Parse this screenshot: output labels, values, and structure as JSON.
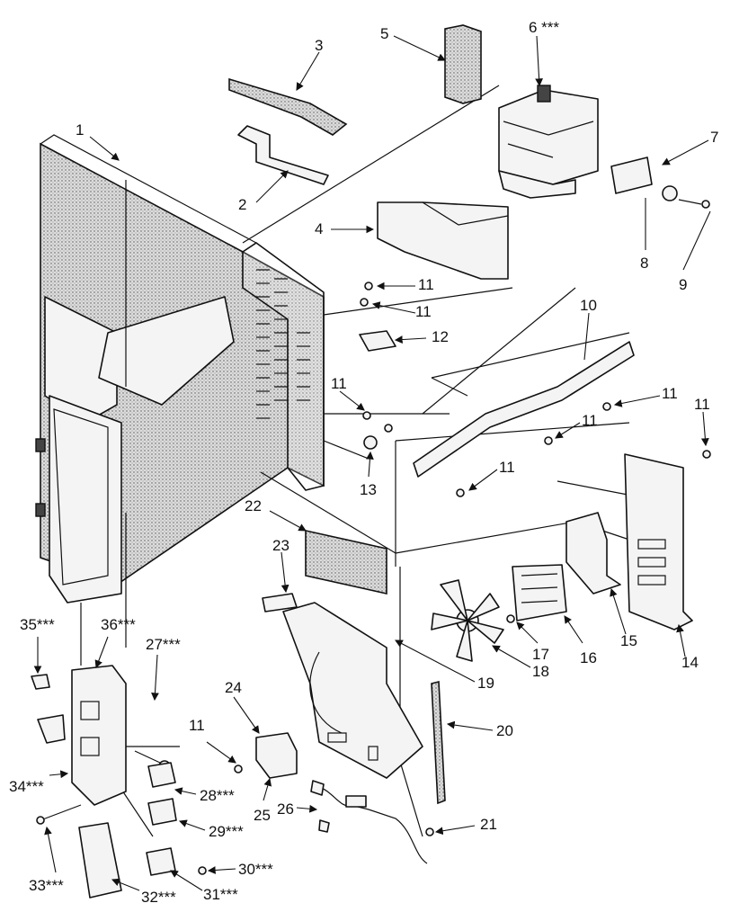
{
  "callouts": [
    {
      "id": "c1",
      "text": "1"
    },
    {
      "id": "c2",
      "text": "2"
    },
    {
      "id": "c3",
      "text": "3"
    },
    {
      "id": "c4",
      "text": "4"
    },
    {
      "id": "c5",
      "text": "5"
    },
    {
      "id": "c6",
      "text": "6 ***"
    },
    {
      "id": "c7",
      "text": "7"
    },
    {
      "id": "c8",
      "text": "8"
    },
    {
      "id": "c9",
      "text": "9"
    },
    {
      "id": "c10",
      "text": "10"
    },
    {
      "id": "c11a",
      "text": "11"
    },
    {
      "id": "c11b",
      "text": "11"
    },
    {
      "id": "c12",
      "text": "12"
    },
    {
      "id": "c11c",
      "text": "11"
    },
    {
      "id": "c13",
      "text": "13"
    },
    {
      "id": "c11d",
      "text": "11"
    },
    {
      "id": "c11e",
      "text": "11"
    },
    {
      "id": "c11f",
      "text": "11"
    },
    {
      "id": "c11g",
      "text": "11"
    },
    {
      "id": "c22",
      "text": "22"
    },
    {
      "id": "c23",
      "text": "23"
    },
    {
      "id": "c35",
      "text": "35***"
    },
    {
      "id": "c36",
      "text": "36***"
    },
    {
      "id": "c27",
      "text": "27***"
    },
    {
      "id": "c24",
      "text": "24"
    },
    {
      "id": "c11h",
      "text": "11"
    },
    {
      "id": "c17",
      "text": "17"
    },
    {
      "id": "c16",
      "text": "16"
    },
    {
      "id": "c15",
      "text": "15"
    },
    {
      "id": "c14",
      "text": "14"
    },
    {
      "id": "c18",
      "text": "18"
    },
    {
      "id": "c19",
      "text": "19"
    },
    {
      "id": "c20",
      "text": "20"
    },
    {
      "id": "c34",
      "text": "34***"
    },
    {
      "id": "c28",
      "text": "28***"
    },
    {
      "id": "c25",
      "text": "25"
    },
    {
      "id": "c26",
      "text": "26"
    },
    {
      "id": "c29",
      "text": "29***"
    },
    {
      "id": "c21",
      "text": "21"
    },
    {
      "id": "c33",
      "text": "33***"
    },
    {
      "id": "c30",
      "text": "30***"
    },
    {
      "id": "c32",
      "text": "32***"
    },
    {
      "id": "c31",
      "text": "31***"
    }
  ]
}
